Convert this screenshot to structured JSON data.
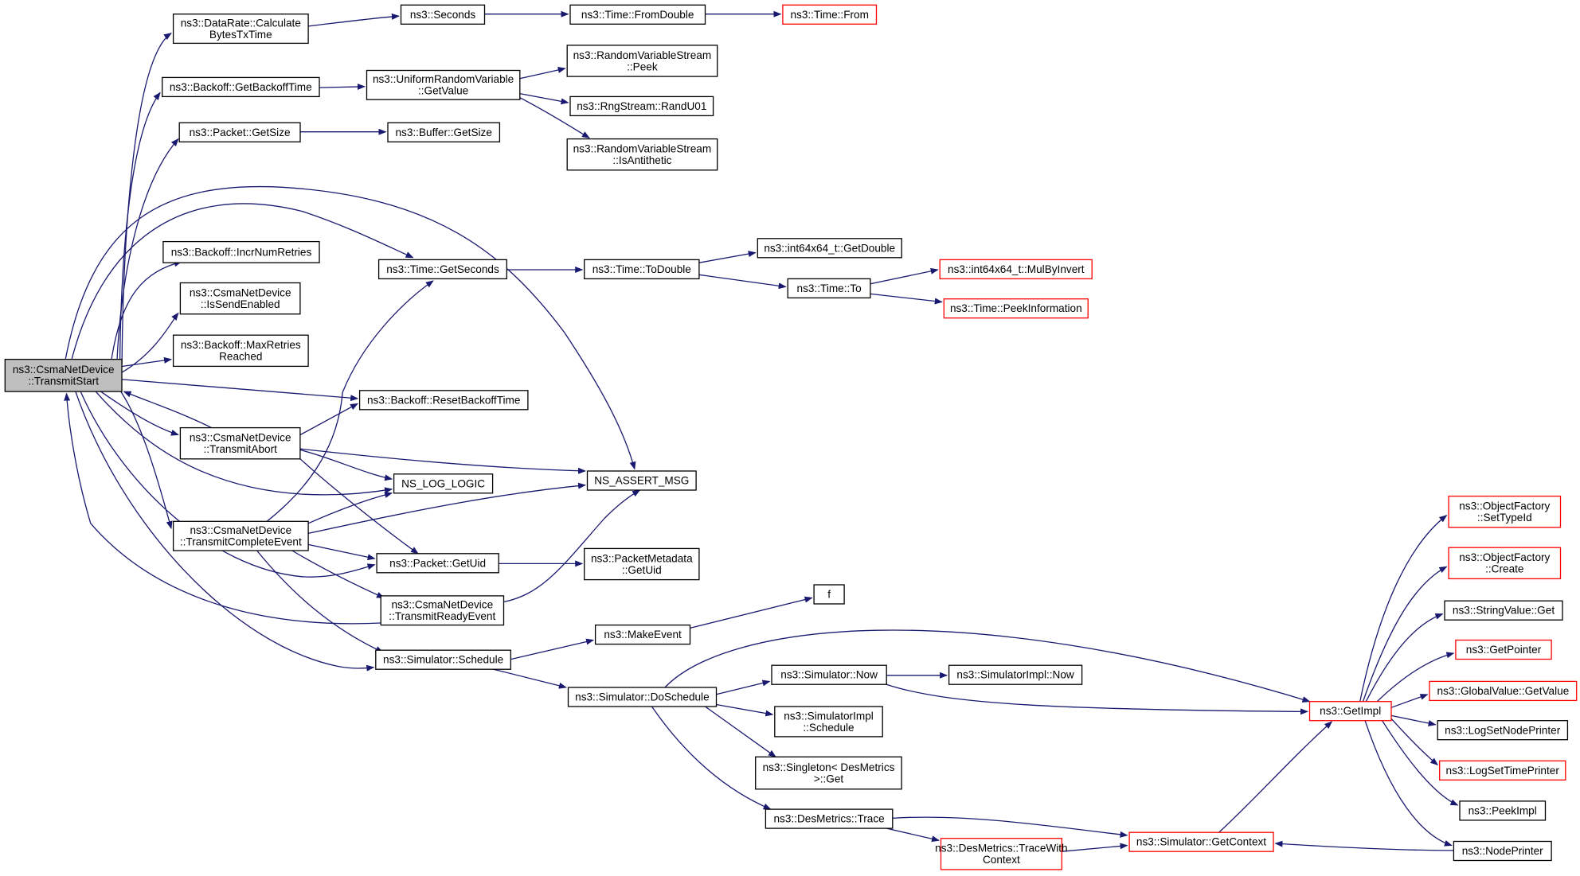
{
  "colors": {
    "edge": "#191970",
    "node_border": "#000000",
    "truncated_border": "#ff0000",
    "root_fill": "#bfbfbf",
    "node_fill": "#ffffff"
  },
  "nodes": {
    "transmitstart": {
      "lines": [
        "ns3::CsmaNetDevice",
        "::TransmitStart"
      ],
      "kind": "root"
    },
    "calcbytes": {
      "lines": [
        "ns3::DataRate::Calculate",
        "BytesTxTime"
      ],
      "kind": "normal"
    },
    "seconds": {
      "lines": [
        "ns3::Seconds"
      ],
      "kind": "normal"
    },
    "fromdouble": {
      "lines": [
        "ns3::Time::FromDouble"
      ],
      "kind": "normal"
    },
    "timefrom": {
      "lines": [
        "ns3::Time::From"
      ],
      "kind": "truncated"
    },
    "getbackofftime": {
      "lines": [
        "ns3::Backoff::GetBackoffTime"
      ],
      "kind": "normal"
    },
    "urvgetvalue": {
      "lines": [
        "ns3::UniformRandomVariable",
        "::GetValue"
      ],
      "kind": "normal"
    },
    "rvspeek": {
      "lines": [
        "ns3::RandomVariableStream",
        "::Peek"
      ],
      "kind": "normal"
    },
    "randu01": {
      "lines": [
        "ns3::RngStream::RandU01"
      ],
      "kind": "normal"
    },
    "isantithetic": {
      "lines": [
        "ns3::RandomVariableStream",
        "::IsAntithetic"
      ],
      "kind": "normal"
    },
    "packetgetsize": {
      "lines": [
        "ns3::Packet::GetSize"
      ],
      "kind": "normal"
    },
    "buffergetsize": {
      "lines": [
        "ns3::Buffer::GetSize"
      ],
      "kind": "normal"
    },
    "incrnumretries": {
      "lines": [
        "ns3::Backoff::IncrNumRetries"
      ],
      "kind": "normal"
    },
    "getseconds": {
      "lines": [
        "ns3::Time::GetSeconds"
      ],
      "kind": "normal"
    },
    "todouble": {
      "lines": [
        "ns3::Time::ToDouble"
      ],
      "kind": "normal"
    },
    "getdouble": {
      "lines": [
        "ns3::int64x64_t::GetDouble"
      ],
      "kind": "normal"
    },
    "timeto": {
      "lines": [
        "ns3::Time::To"
      ],
      "kind": "normal"
    },
    "mulbyinvert": {
      "lines": [
        "ns3::int64x64_t::MulByInvert"
      ],
      "kind": "truncated"
    },
    "peekinformation": {
      "lines": [
        "ns3::Time::PeekInformation"
      ],
      "kind": "truncated"
    },
    "issendenabled": {
      "lines": [
        "ns3::CsmaNetDevice",
        "::IsSendEnabled"
      ],
      "kind": "normal"
    },
    "maxretries": {
      "lines": [
        "ns3::Backoff::MaxRetries",
        "Reached"
      ],
      "kind": "normal"
    },
    "resetbackoff": {
      "lines": [
        "ns3::Backoff::ResetBackoffTime"
      ],
      "kind": "normal"
    },
    "transmitabort": {
      "lines": [
        "ns3::CsmaNetDevice",
        "::TransmitAbort"
      ],
      "kind": "normal"
    },
    "nslog": {
      "lines": [
        "NS_LOG_LOGIC"
      ],
      "kind": "normal"
    },
    "nsassert": {
      "lines": [
        "NS_ASSERT_MSG"
      ],
      "kind": "normal"
    },
    "completeevent": {
      "lines": [
        "ns3::CsmaNetDevice",
        "::TransmitCompleteEvent"
      ],
      "kind": "normal"
    },
    "getuid": {
      "lines": [
        "ns3::Packet::GetUid"
      ],
      "kind": "normal"
    },
    "metadatagetuid": {
      "lines": [
        "ns3::PacketMetadata",
        "::GetUid"
      ],
      "kind": "normal"
    },
    "readyevent": {
      "lines": [
        "ns3::CsmaNetDevice",
        "::TransmitReadyEvent"
      ],
      "kind": "normal"
    },
    "f": {
      "lines": [
        "f"
      ],
      "kind": "normal"
    },
    "makeevent": {
      "lines": [
        "ns3::MakeEvent"
      ],
      "kind": "normal"
    },
    "schedule": {
      "lines": [
        "ns3::Simulator::Schedule"
      ],
      "kind": "normal"
    },
    "doschedule": {
      "lines": [
        "ns3::Simulator::DoSchedule"
      ],
      "kind": "normal"
    },
    "simnow": {
      "lines": [
        "ns3::Simulator::Now"
      ],
      "kind": "normal"
    },
    "implnow": {
      "lines": [
        "ns3::SimulatorImpl::Now"
      ],
      "kind": "normal"
    },
    "implschedule": {
      "lines": [
        "ns3::SimulatorImpl",
        "::Schedule"
      ],
      "kind": "normal"
    },
    "singleton": {
      "lines": [
        "ns3::Singleton< DesMetrics",
        " >::Get"
      ],
      "kind": "normal"
    },
    "desmetricstrace": {
      "lines": [
        "ns3::DesMetrics::Trace"
      ],
      "kind": "normal"
    },
    "tracewithcontext": {
      "lines": [
        "ns3::DesMetrics::TraceWith",
        "Context"
      ],
      "kind": "truncated"
    },
    "getcontext": {
      "lines": [
        "ns3::Simulator::GetContext"
      ],
      "kind": "truncated"
    },
    "getimpl": {
      "lines": [
        "ns3::GetImpl"
      ],
      "kind": "truncated"
    },
    "settypeid": {
      "lines": [
        "ns3::ObjectFactory",
        "::SetTypeId"
      ],
      "kind": "truncated"
    },
    "ofcreate": {
      "lines": [
        "ns3::ObjectFactory",
        "::Create"
      ],
      "kind": "truncated"
    },
    "stringvalueget": {
      "lines": [
        "ns3::StringValue::Get"
      ],
      "kind": "normal"
    },
    "getpointer": {
      "lines": [
        "ns3::GetPointer"
      ],
      "kind": "truncated"
    },
    "globalvalue": {
      "lines": [
        "ns3::GlobalValue::GetValue"
      ],
      "kind": "truncated"
    },
    "lognodeprinter": {
      "lines": [
        "ns3::LogSetNodePrinter"
      ],
      "kind": "normal"
    },
    "logtimeprinter": {
      "lines": [
        "ns3::LogSetTimePrinter"
      ],
      "kind": "truncated"
    },
    "peekimpl": {
      "lines": [
        "ns3::PeekImpl"
      ],
      "kind": "normal"
    },
    "nodeprinter": {
      "lines": [
        "ns3::NodePrinter"
      ],
      "kind": "normal"
    }
  }
}
